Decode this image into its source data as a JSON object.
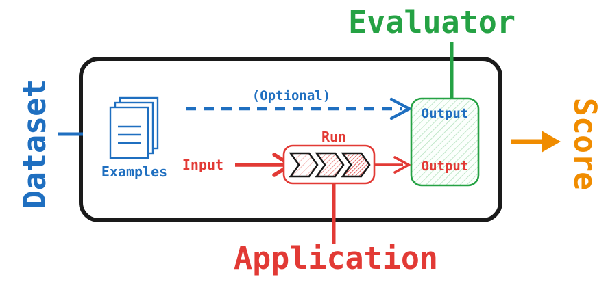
{
  "diagram": {
    "title": "Evaluation pipeline diagram",
    "colors": {
      "blue": "#1f6fc0",
      "red": "#e23a35",
      "green": "#25a244",
      "orange": "#f08c00",
      "black": "#1a1a1a",
      "background": "#ffffff"
    },
    "outer_labels": {
      "dataset": "Dataset",
      "evaluator": "Evaluator",
      "application": "Application",
      "score": "Score"
    },
    "inner_labels": {
      "examples": "Examples",
      "optional": "(Optional)",
      "input": "Input",
      "run": "Run",
      "output_reference": "Output",
      "output_prediction": "Output"
    },
    "icons": {
      "examples": "stacked-documents-icon",
      "run": "chevron-pipeline-icon",
      "evaluator_box": "hatched-rounded-box-icon"
    },
    "edges": {
      "dataset_connector": "dataset-to-container-line",
      "optional_arrow": "examples-to-output-dashed-arrow",
      "input_arrow": "input-to-run-arrow",
      "run_output_arrow": "run-to-output-arrow",
      "evaluator_connector": "evaluator-to-output-line",
      "application_connector": "application-to-run-line",
      "score_arrow": "output-to-score-arrow"
    }
  }
}
